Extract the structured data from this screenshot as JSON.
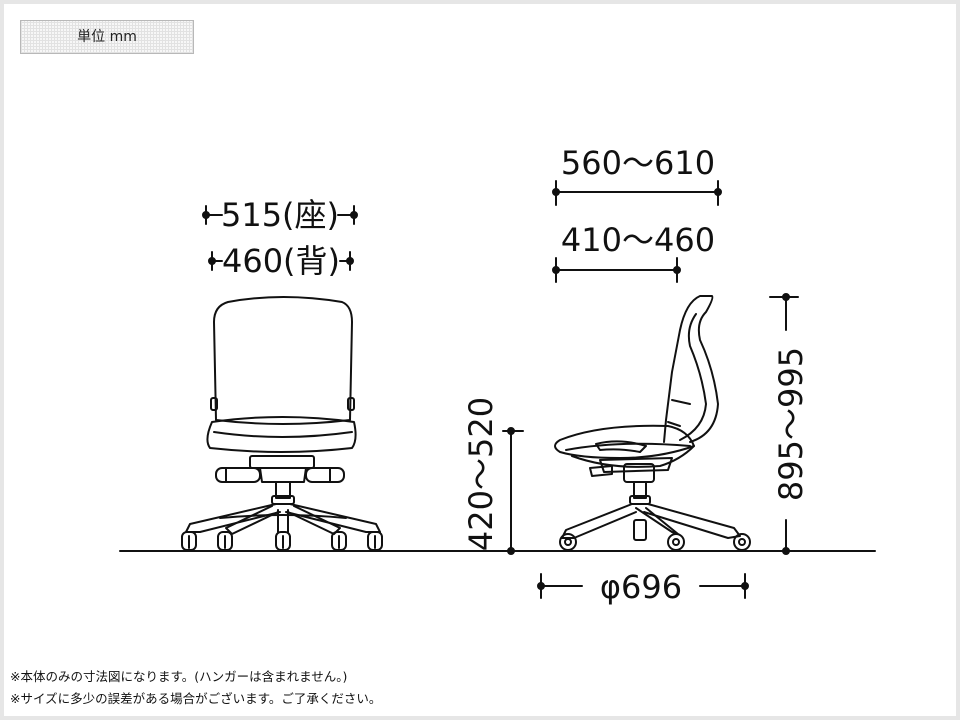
{
  "unit_label": "単位 mm",
  "front_view": {
    "seat_width": "515(座)",
    "back_width": "460(背)"
  },
  "side_view": {
    "overall_depth": "560～610",
    "seat_depth": "410～460",
    "seat_height": "420～520",
    "overall_height": "895～995",
    "base_diameter": "φ696"
  },
  "notes": [
    "※本体のみの寸法図になります。(ハンガーは含まれません。)",
    "※サイズに多少の誤差がある場合がございます。ご了承ください。"
  ],
  "colors": {
    "line": "#111111",
    "background": "#ffffff",
    "frame": "#e6e6e6"
  }
}
